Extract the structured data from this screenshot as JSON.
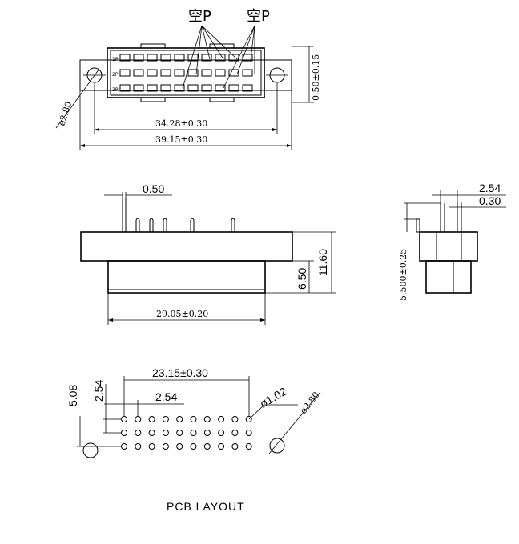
{
  "top_view": {
    "label_empty_1": "空P",
    "label_empty_2": "空P",
    "row_labels": [
      "1P",
      "2P",
      "3P"
    ],
    "dim_mount_hole": "ø2.80",
    "dim_inner_width": "34.28±0.30",
    "dim_outer_width": "39.15±0.30",
    "dim_row_pitch": "0.50±0.15"
  },
  "front_view": {
    "dim_pin": "0.50",
    "dim_height_total": "11.60",
    "dim_height_lower": "6.50",
    "dim_body_width": "29.05±0.20"
  },
  "side_view": {
    "dim_pitch": "2.54",
    "dim_pin_thickness": "0.30",
    "dim_tail": "5.500±0.25"
  },
  "pcb_layout": {
    "dim_row_span": "5.08",
    "dim_row_pitch": "2.54",
    "dim_col_pitch": "2.54",
    "dim_span": "23.15±0.30",
    "dim_hole": "ø1.02",
    "dim_mount_hole": "ø2.80",
    "title": "PCB LAYOUT"
  }
}
